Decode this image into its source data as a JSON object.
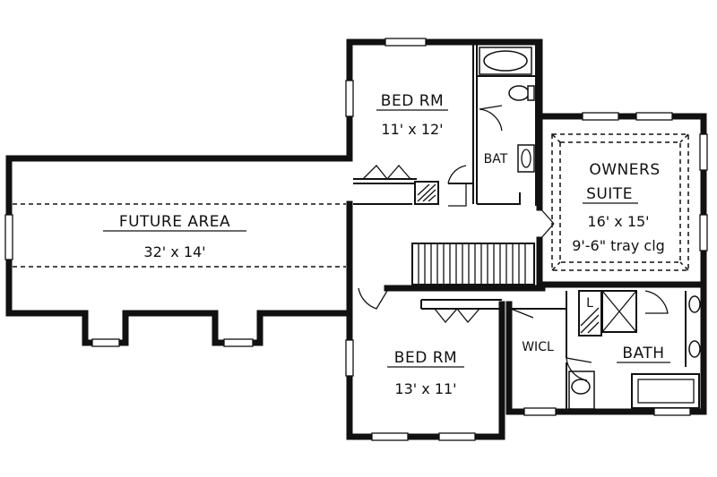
{
  "rooms": {
    "future_area": {
      "name": "FUTURE AREA",
      "size": "32' x 14'"
    },
    "bed_upper": {
      "name": "BED RM",
      "size": "11' x 12'"
    },
    "bath_small": {
      "name": "BAT"
    },
    "owners_suite": {
      "name_line1": "OWNERS",
      "name_line2": "SUITE",
      "size": "16' x 15'",
      "ceiling": "9'-6\" tray clg"
    },
    "bed_lower": {
      "name": "BED RM",
      "size": "13' x 11'"
    },
    "wicl": {
      "name": "WICL"
    },
    "bath_owner": {
      "name": "BATH"
    },
    "linen": {
      "name": "L"
    }
  }
}
